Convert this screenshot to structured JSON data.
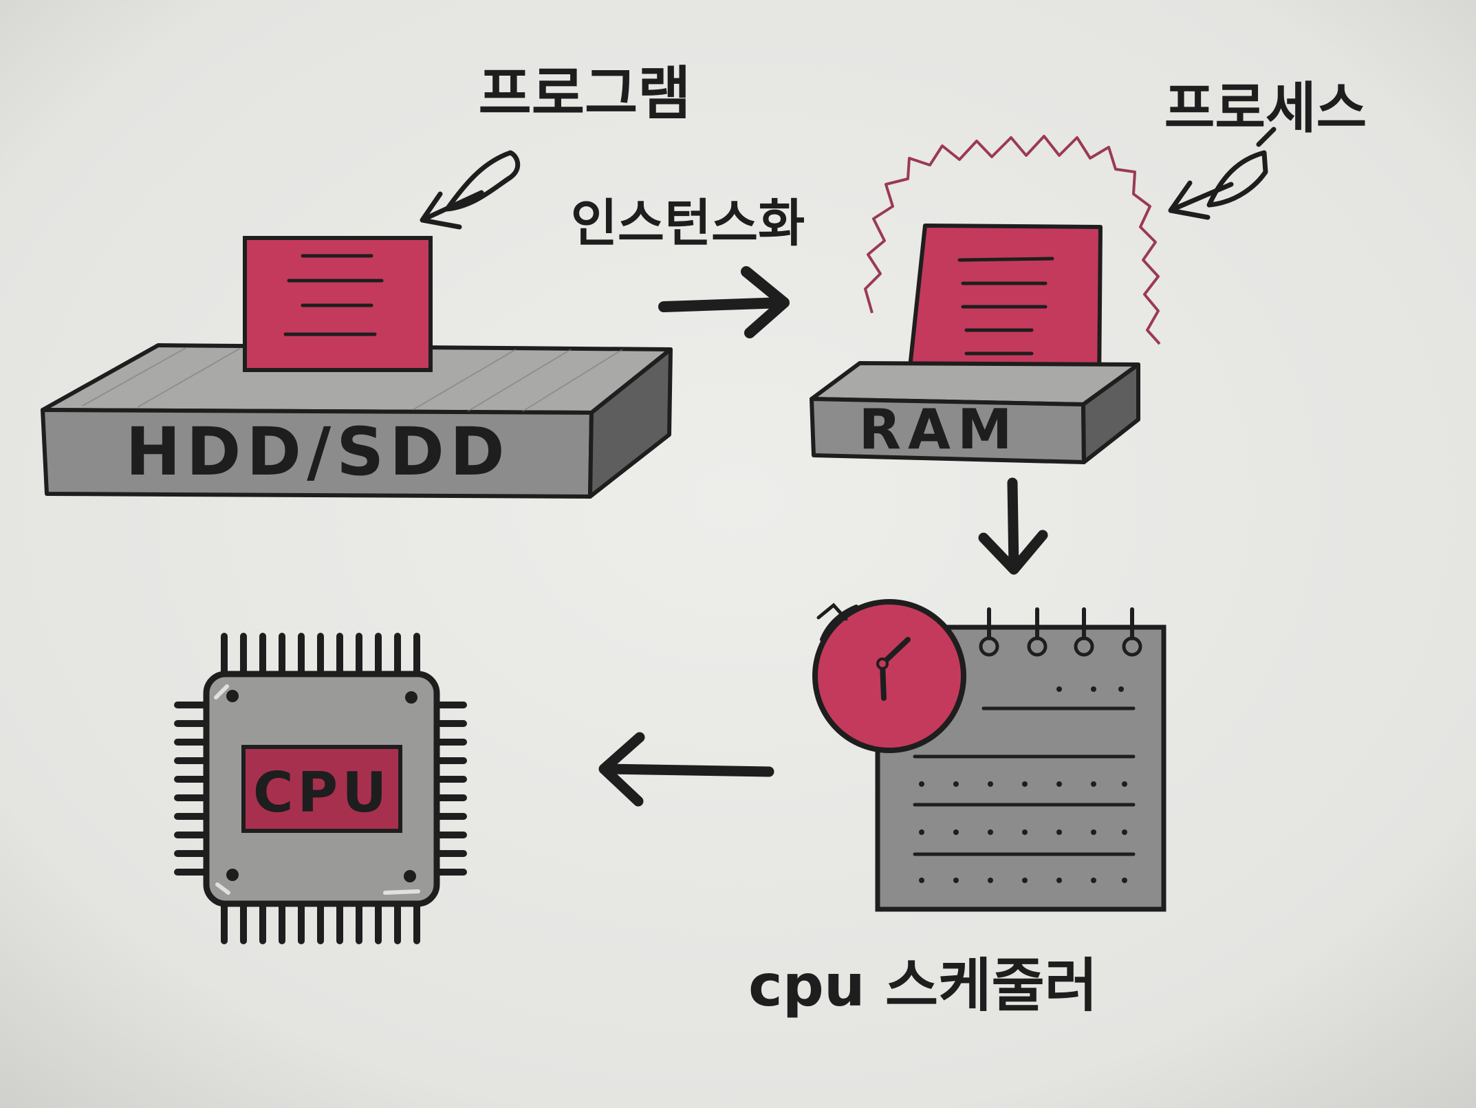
{
  "labels": {
    "program": "프로그램",
    "process": "프로세스",
    "instantiation": "인스턴스화",
    "storage": "HDD/SDD",
    "ram": "RAM",
    "cpu": "CPU",
    "scheduler": "cpu 스케줄러"
  },
  "colors": {
    "background": "#e9e9e6",
    "accent": "#c43a5c",
    "gray": "#8c8c8c",
    "ink": "#1e1e1e"
  },
  "icons": {
    "program": "document-icon",
    "process": "document-icon",
    "storage": "storage-drive-icon",
    "ram": "ram-module-icon",
    "scheduler": "calendar-clock-icon",
    "cpu": "cpu-chip-icon"
  }
}
